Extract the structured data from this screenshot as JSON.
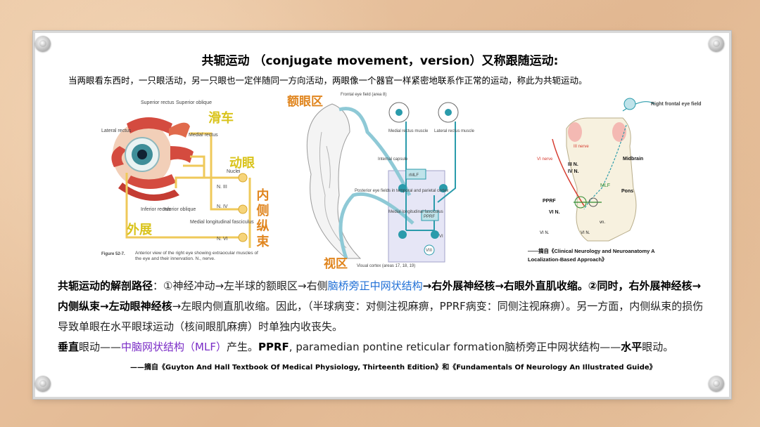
{
  "title": "共轭运动 （conjugate movement，version）又称跟随运动:",
  "intro": "当两眼看东西时，一只眼活动，另一只眼也一定伴随同一方向活动，两眼像一个器官一样紧密地联系作正常的运动，称此为共轭运动。",
  "fig1": {
    "labels": {
      "superior_rectus": "Superior rectus",
      "superior_oblique": "Superior oblique",
      "lateral_rectus": "Lateral rectus",
      "medial_rectus": "Medial rectus",
      "inferior_rectus": "Inferior rectus",
      "inferior_oblique": "Inferior oblique",
      "nuclei": "Nuclei",
      "n3": "N. III",
      "n4": "N. IV",
      "n6": "N. VI",
      "mlf": "Medial longitudinal fasciculus",
      "caption_bold": "Figure 52-7.",
      "caption": "Anterior view of the right eye showing extraocular muscles of the eye and their innervation. N., nerve."
    },
    "cn": {
      "huache": "滑车",
      "dongyan": "动眼",
      "neice": "内侧纵束",
      "waizhan": "外展"
    }
  },
  "fig2": {
    "labels": {
      "frontal_eye_field": "Frontal eye field (area 8)",
      "medial_rectus": "Medial rectus muscle",
      "lateral_rectus": "Lateral rectus muscle",
      "internal_capsule": "Internal capsule",
      "posterior_fields": "Posterior eye fields in temporal and parietal cortex",
      "mlf": "Medial longitudinal fasciculus",
      "visual_cortex": "Visual cortex (areas 17, 18, 19)",
      "rmlf": "rMLF",
      "pprf": "PPRF",
      "iii": "III",
      "vi": "VI",
      "viii": "VIII"
    },
    "cn": {
      "eyan": "额眼区",
      "shiqu": "视区"
    }
  },
  "fig3": {
    "labels": {
      "right_frontal_eye_field": "Right frontal eye field",
      "iii_nerve": "III nerve",
      "vi_nerve": "VI nerve",
      "iii_n": "III N.",
      "iv_n": "IV N.",
      "midbrain": "Midbrain",
      "mlf": "MLF",
      "pons": "Pons",
      "pprf": "PPRF",
      "vi_n": "VI N.",
      "vn": "vn.",
      "vi_left": "VI N.",
      "vn_left": "VI N."
    },
    "citation": "——摘自《Clinical Neurology and Neuroanatomy A Localization-Based Approach》"
  },
  "body": {
    "p1_head": "共轭运动的解剖路径",
    "p1_a": "：①神经冲动→左半球的额眼区→右侧",
    "p1_pprf": "脑桥旁正中网状结构",
    "p1_b": "→右外展神经核→右眼外直肌收缩。②同时，",
    "p1_c": "右外展神经核→内侧纵束→左动眼神经核",
    "p1_d": "→左眼内侧直肌收缩。因此，（半球病变：对侧注视麻痹，PPRF病变：同侧注视麻痹）。另一方面，内侧纵束的损伤导致单眼在水平眼球运动（核间眼肌麻痹）时单独内收丧失。",
    "p2_head": "垂直",
    "p2_a": "眼动——",
    "p2_mlf": "中脑网状结构（MLF）",
    "p2_b": "产生。",
    "p2_pprf": "PPRF",
    "p2_c": ", paramedian pontine reticular formation脑桥旁正中网状结构——",
    "p2_h": "水平",
    "p2_d": "眼动。"
  },
  "citation": "——摘自《Guyton And Hall Textbook Of Medical Physiology, Thirteenth Edition》和《Fundamentals Of Neurology An Illustrated Guide》",
  "colors": {
    "board": "#ffffff",
    "cn_yellow": "#d9c31a",
    "cn_orange": "#e0851e",
    "blue": "#1f6fd6",
    "purple": "#7a2cc6",
    "teal": "#2a9bab"
  }
}
